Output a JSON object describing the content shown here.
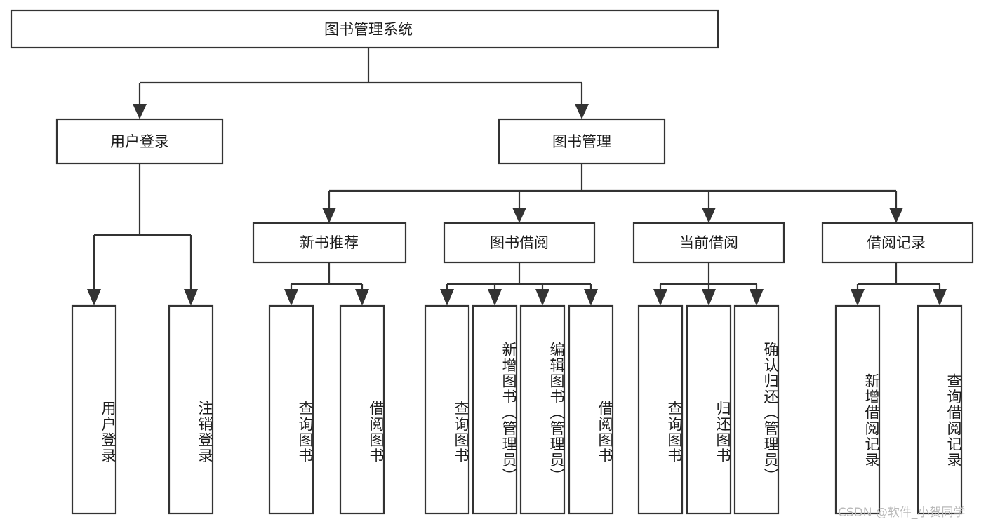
{
  "diagram": {
    "title": "图书管理系统",
    "type": "tree-hierarchy-diagram",
    "root": {
      "label": "图书管理系统"
    },
    "level2": [
      {
        "label": "用户登录"
      },
      {
        "label": "图书管理"
      }
    ],
    "level3": [
      {
        "label": "新书推荐"
      },
      {
        "label": "图书借阅"
      },
      {
        "label": "当前借阅"
      },
      {
        "label": "借阅记录"
      }
    ],
    "leaves": {
      "user_login": [
        {
          "label": "用户登录"
        },
        {
          "label": "注销登录"
        }
      ],
      "new_book_recommend": [
        {
          "label": "查询图书"
        },
        {
          "label": "借阅图书"
        }
      ],
      "book_borrow": [
        {
          "label": "查询图书"
        },
        {
          "label": "新增图书（管理员）"
        },
        {
          "label": "编辑图书（管理员）"
        },
        {
          "label": "借阅图书"
        }
      ],
      "current_borrow": [
        {
          "label": "查询图书"
        },
        {
          "label": "归还图书"
        },
        {
          "label": "确认归还（管理员）"
        }
      ],
      "borrow_record": [
        {
          "label": "新增借阅记录"
        },
        {
          "label": "查询借阅记录"
        }
      ]
    },
    "watermark": "CSDN @软件_小贺同学",
    "colors": {
      "stroke": "#333333",
      "box_fill": "#ffffff",
      "text": "#1b1b1b",
      "background": "#ffffff",
      "watermark": "#b9b9b9"
    }
  }
}
